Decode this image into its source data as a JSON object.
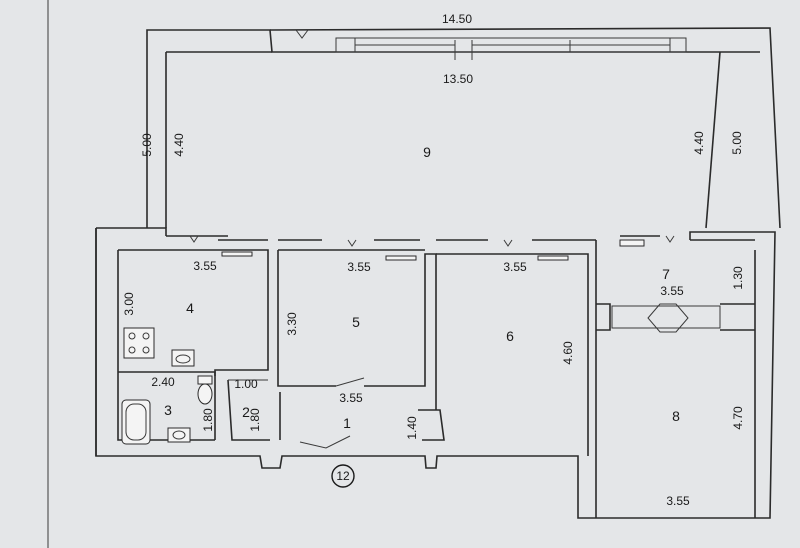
{
  "plan": {
    "rooms": [
      {
        "id": "room-1",
        "label": "1"
      },
      {
        "id": "room-2",
        "label": "2"
      },
      {
        "id": "room-3",
        "label": "3"
      },
      {
        "id": "room-4",
        "label": "4"
      },
      {
        "id": "room-5",
        "label": "5"
      },
      {
        "id": "room-6",
        "label": "6"
      },
      {
        "id": "room-7",
        "label": "7"
      },
      {
        "id": "room-8",
        "label": "8"
      },
      {
        "id": "room-9",
        "label": "9"
      }
    ],
    "dims": {
      "top_outer": "14.50",
      "top_inner": "13.50",
      "left_outer": "5.00",
      "left_inner": "4.40",
      "right_inner": "4.40",
      "right_outer": "5.00",
      "r4_w": "3.55",
      "r4_h": "3.00",
      "r5_w": "3.55",
      "r5_h": "3.30",
      "r6_w": "3.55",
      "r6_h": "4.60",
      "r7_w": "3.55",
      "r7_h": "1.30",
      "r8_h": "4.70",
      "r8_w": "3.55",
      "r3_w": "2.40",
      "r3_h": "1.80",
      "r2_w": "1.00",
      "r2_h": "1.80",
      "r1_w": "3.55",
      "r1_h": "1.40"
    },
    "marker": "12"
  }
}
